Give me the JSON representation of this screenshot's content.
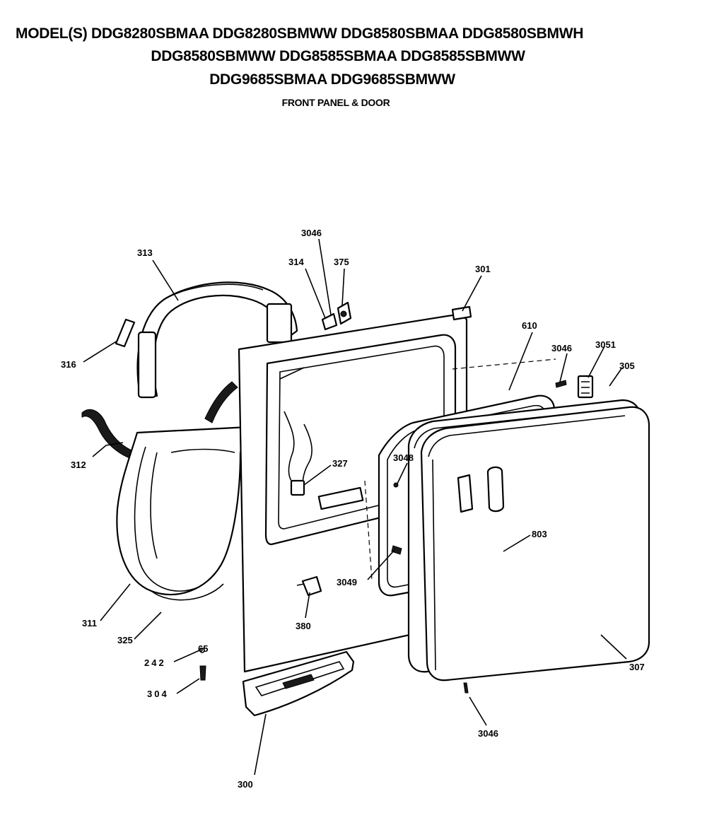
{
  "header": {
    "line1": "MODEL(S) DDG8280SBMAA  DDG8280SBMWW  DDG8580SBMAA  DDG8580SBMWH",
    "line2": "DDG8580SBMWW  DDG8585SBMAA  DDG8585SBMWW",
    "line3": "DDG9685SBMAA  DDG9685SBMWW",
    "subtitle": "FRONT PANEL & DOOR"
  },
  "callouts": {
    "p3046_top": "3046",
    "p314": "314",
    "p375": "375",
    "p301": "301",
    "p313": "313",
    "p316": "316",
    "p610": "610",
    "p3046_right": "3046",
    "p3051": "3051",
    "p305": "305",
    "p312": "312",
    "p327": "327",
    "p3048": "3048",
    "p803": "803",
    "p3049": "3049",
    "p380": "380",
    "p311": "311",
    "p325": "325",
    "p242": "242",
    "p65": "65",
    "p304": "304",
    "p307": "307",
    "p3046_bottom": "3046",
    "p300": "300"
  }
}
